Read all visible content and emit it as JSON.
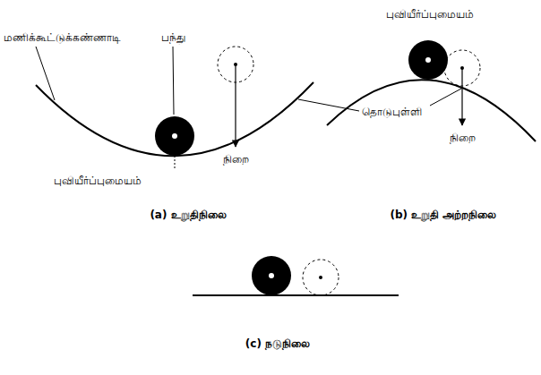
{
  "diagram": {
    "labels": [
      "மணிக்கூட்டுக்கண்ணாடி",
      "பந்து",
      "புவியீர்ப்புமையம்",
      "நிறை",
      "(a) உறுதிநிலை",
      "புவியீர்ப்புமையம்",
      "தொடுபுள்ளி",
      "நிறை",
      "(b) உறுதி அற்றநிலை",
      "(c) நடுநிலை"
    ]
  }
}
